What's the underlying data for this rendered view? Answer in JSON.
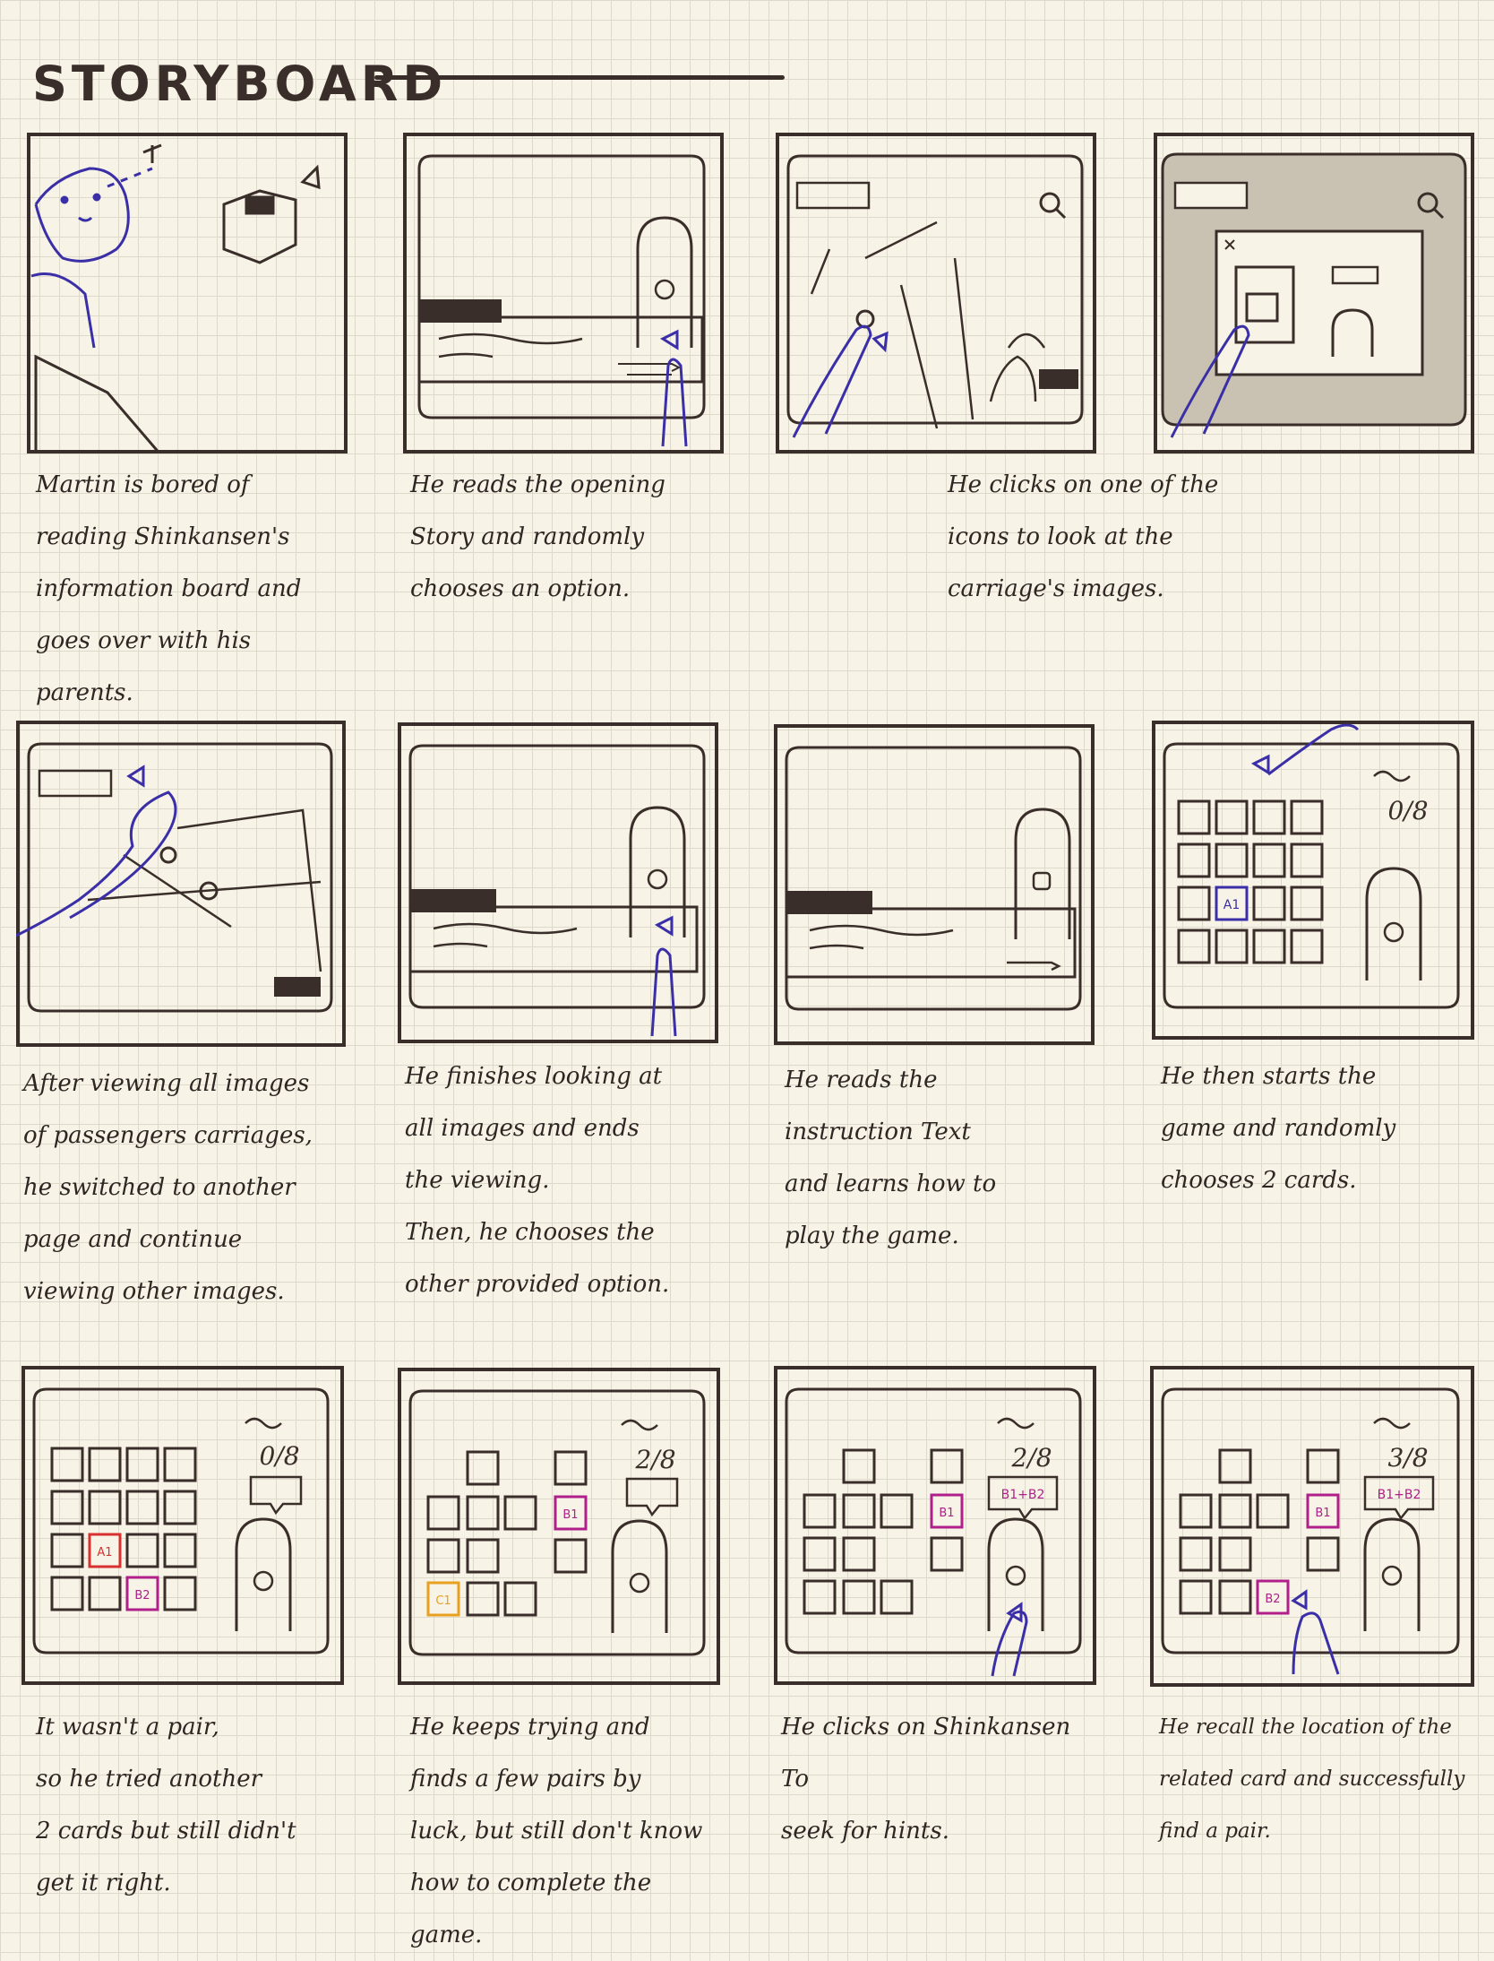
{
  "header": {
    "title": "STORYBOARD"
  },
  "panels": [
    {
      "id": 1,
      "caption": "Martin is bored of\nreading Shinkansen's\ninformation board and\ngoes over with his parents."
    },
    {
      "id": 2,
      "caption": "He reads the opening\nStory and randomly\nchooses an option."
    },
    {
      "id": 3,
      "caption": ""
    },
    {
      "id": 4,
      "caption": "He clicks on one of the\nicons to look at the\ncarriage's images."
    },
    {
      "id": 5,
      "caption": "After viewing all images\nof passengers carriages,\nhe switched to another\npage and continue\nviewing other images."
    },
    {
      "id": 6,
      "caption": "He finishes looking at\nall images and ends\nthe viewing.\nThen, he chooses the\nother provided option."
    },
    {
      "id": 7,
      "caption": "He reads the\ninstruction Text\nand learns how to\nplay the game."
    },
    {
      "id": 8,
      "caption": "He then starts the\ngame and randomly\nchooses 2 cards."
    },
    {
      "id": 9,
      "caption": "It wasn't a pair,\nso he tried another\n2 cards but still didn't\nget it right."
    },
    {
      "id": 10,
      "caption": "He keeps trying and\nfinds a few pairs by\nluck, but still don't know\nhow to complete the game."
    },
    {
      "id": 11,
      "caption": "He clicks on Shinkansen To\nseek for hints."
    },
    {
      "id": 12,
      "caption": "He recall the location of the\nrelated card and successfully\nfind a pair."
    }
  ],
  "game": {
    "score_0": "0/8",
    "score_2": "2/8",
    "score_3": "3/8",
    "card_a1": "A1",
    "card_b1": "B1",
    "card_b2": "B2",
    "card_c1": "C1",
    "hint_b1b2": "B1+B2"
  },
  "colors": {
    "ink": "#3a2e2a",
    "hand": "#3b2fa8",
    "pink": "#b0208a",
    "red": "#d83030",
    "orange": "#e8a020",
    "grid": "#ddd9cb",
    "paper": "#f7f3e6",
    "shade": "#c9c2b2"
  }
}
